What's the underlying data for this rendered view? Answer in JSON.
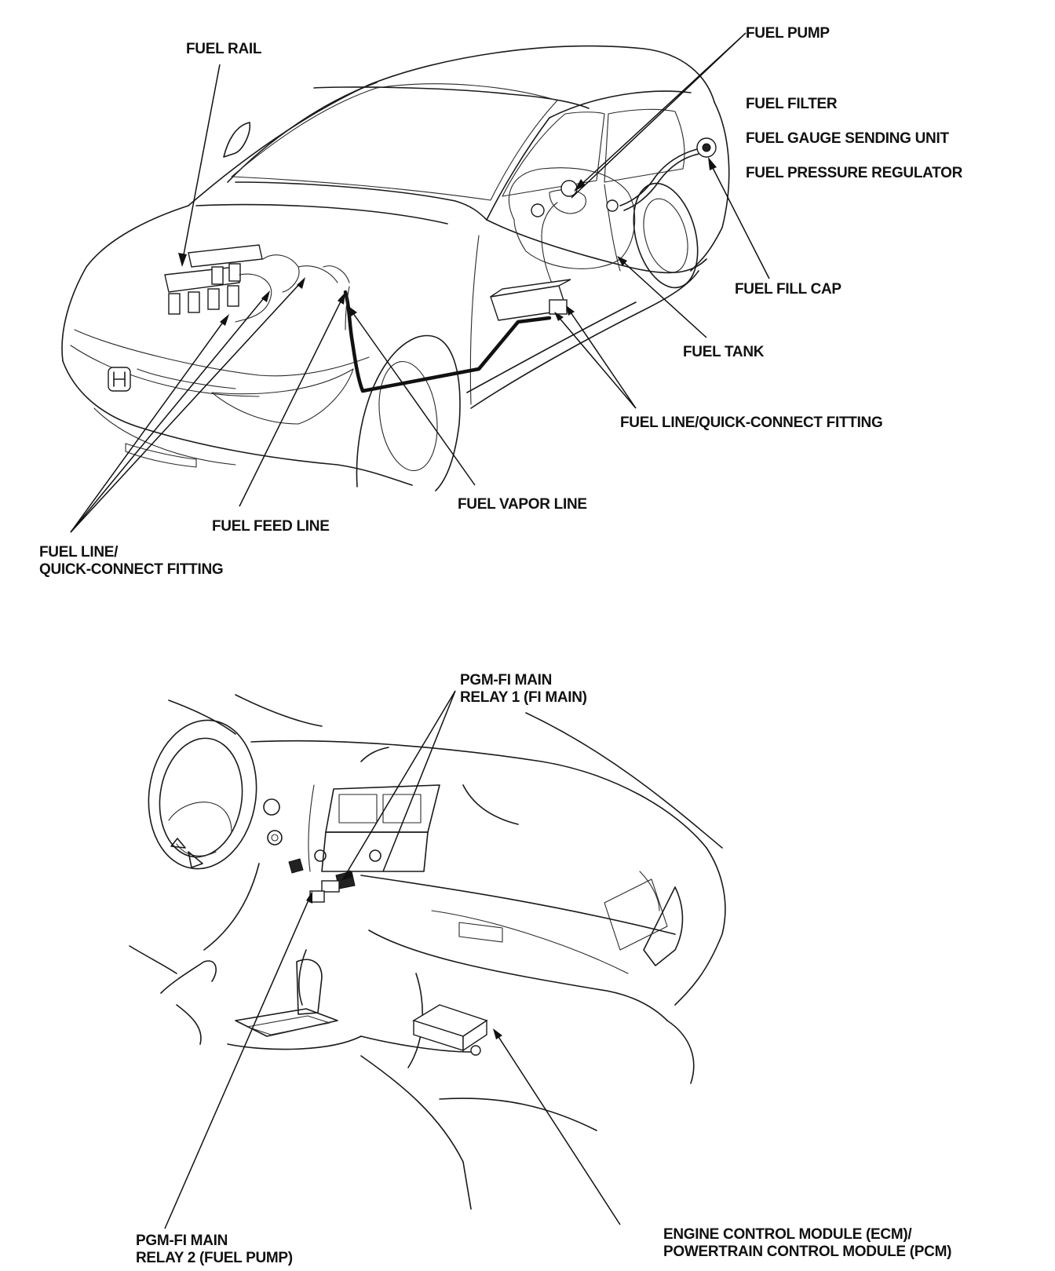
{
  "labels": {
    "fuel_rail": "FUEL RAIL",
    "fuel_pump": "FUEL PUMP",
    "fuel_filter": "FUEL FILTER",
    "fuel_gauge_sending_unit": "FUEL GAUGE SENDING UNIT",
    "fuel_pressure_regulator": "FUEL PRESSURE REGULATOR",
    "fuel_fill_cap": "FUEL FILL CAP",
    "fuel_tank": "FUEL TANK",
    "fuel_line_quick_connect_right": "FUEL LINE/QUICK-CONNECT FITTING",
    "fuel_vapor_line": "FUEL VAPOR LINE",
    "fuel_feed_line": "FUEL FEED LINE",
    "fuel_line_quick_connect_left_1": "FUEL LINE/",
    "fuel_line_quick_connect_left_2": "QUICK-CONNECT FITTING",
    "pgm_fi_main_relay_1_line1": "PGM-FI MAIN",
    "pgm_fi_main_relay_1_line2": "RELAY 1 (FI MAIN)",
    "pgm_fi_main_relay_2_line1": "PGM-FI MAIN",
    "pgm_fi_main_relay_2_line2": "RELAY 2 (FUEL PUMP)",
    "ecm_pcm_line1": "ENGINE CONTROL MODULE (ECM)/",
    "ecm_pcm_line2": "POWERTRAIN CONTROL MODULE (PCM)"
  },
  "icons": {
    "car_body": "sedan-outline-illustration",
    "dashboard": "dashboard-interior-illustration",
    "emblem": "honda-emblem-icon"
  }
}
